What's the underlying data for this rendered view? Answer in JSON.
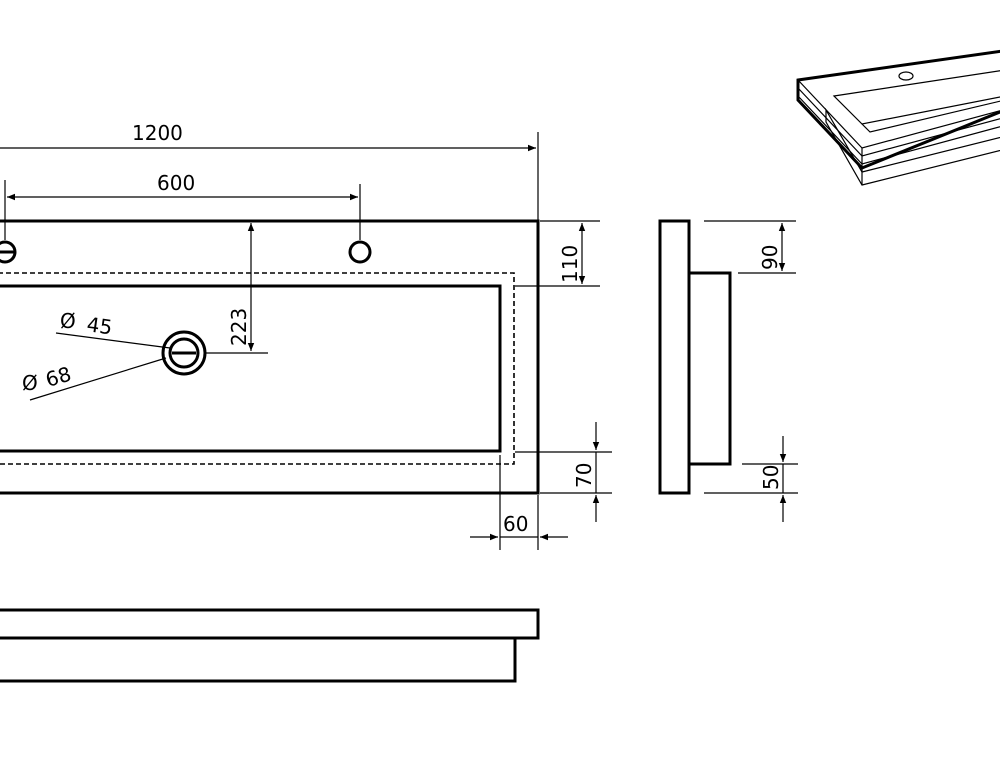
{
  "dimensions": {
    "overall_length": "1200",
    "tap_spacing": "600",
    "drain_offset": "223",
    "drain_inner_dia": "45",
    "drain_outer_dia": "68",
    "front_edge_depth": "110",
    "back_edge_depth": "70",
    "side_edge_width": "60",
    "side_top_thickness": "90",
    "side_bottom_thickness": "50"
  },
  "symbols": {
    "diameter": "Ø"
  },
  "colors": {
    "line": "#000000",
    "background": "#ffffff"
  }
}
